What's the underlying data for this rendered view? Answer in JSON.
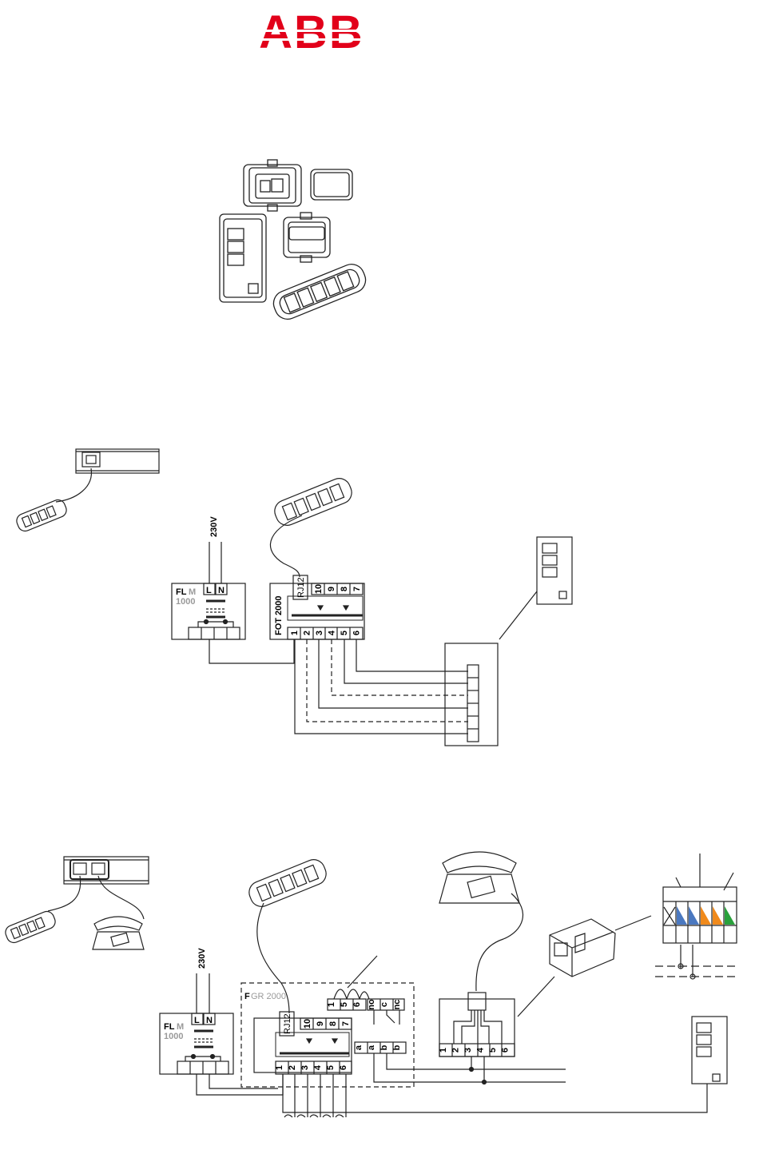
{
  "brand": {
    "logo_text": "ABB",
    "color": "#e2001a"
  },
  "diagram1": {
    "flm": {
      "name_a": "FL",
      "name_b": "M",
      "model": "1000",
      "term_l": "L",
      "term_n": "N"
    },
    "fot": {
      "name": "FOT 2000",
      "rj": "RJ12",
      "top_terms": [
        "10",
        "9",
        "8",
        "7"
      ],
      "bottom_terms": [
        "1",
        "2",
        "3",
        "4",
        "5",
        "6"
      ]
    },
    "voltage": "230V"
  },
  "diagram2": {
    "flm": {
      "name_a": "FL",
      "name_b": "M",
      "model": "1000",
      "term_l": "L",
      "term_n": "N"
    },
    "fgr": {
      "name_a": "F",
      "name_b": "GR 2000",
      "rj": "RJ12",
      "top_terms": [
        "10",
        "9",
        "8",
        "7"
      ],
      "bottom_terms": [
        "1",
        "2",
        "3",
        "4",
        "5",
        "6"
      ],
      "loop_terms": [
        "1",
        "5",
        "6"
      ],
      "relay_terms": [
        "no",
        "c",
        "nc"
      ],
      "ab_terms": [
        "a",
        "a",
        "b",
        "b"
      ]
    },
    "phone_terms": [
      "1",
      "2",
      "3",
      "4",
      "5",
      "6"
    ],
    "voltage": "230V"
  },
  "colors": {
    "blue": "#4a78c0",
    "orange": "#f08a1c",
    "green": "#2aa13c"
  }
}
